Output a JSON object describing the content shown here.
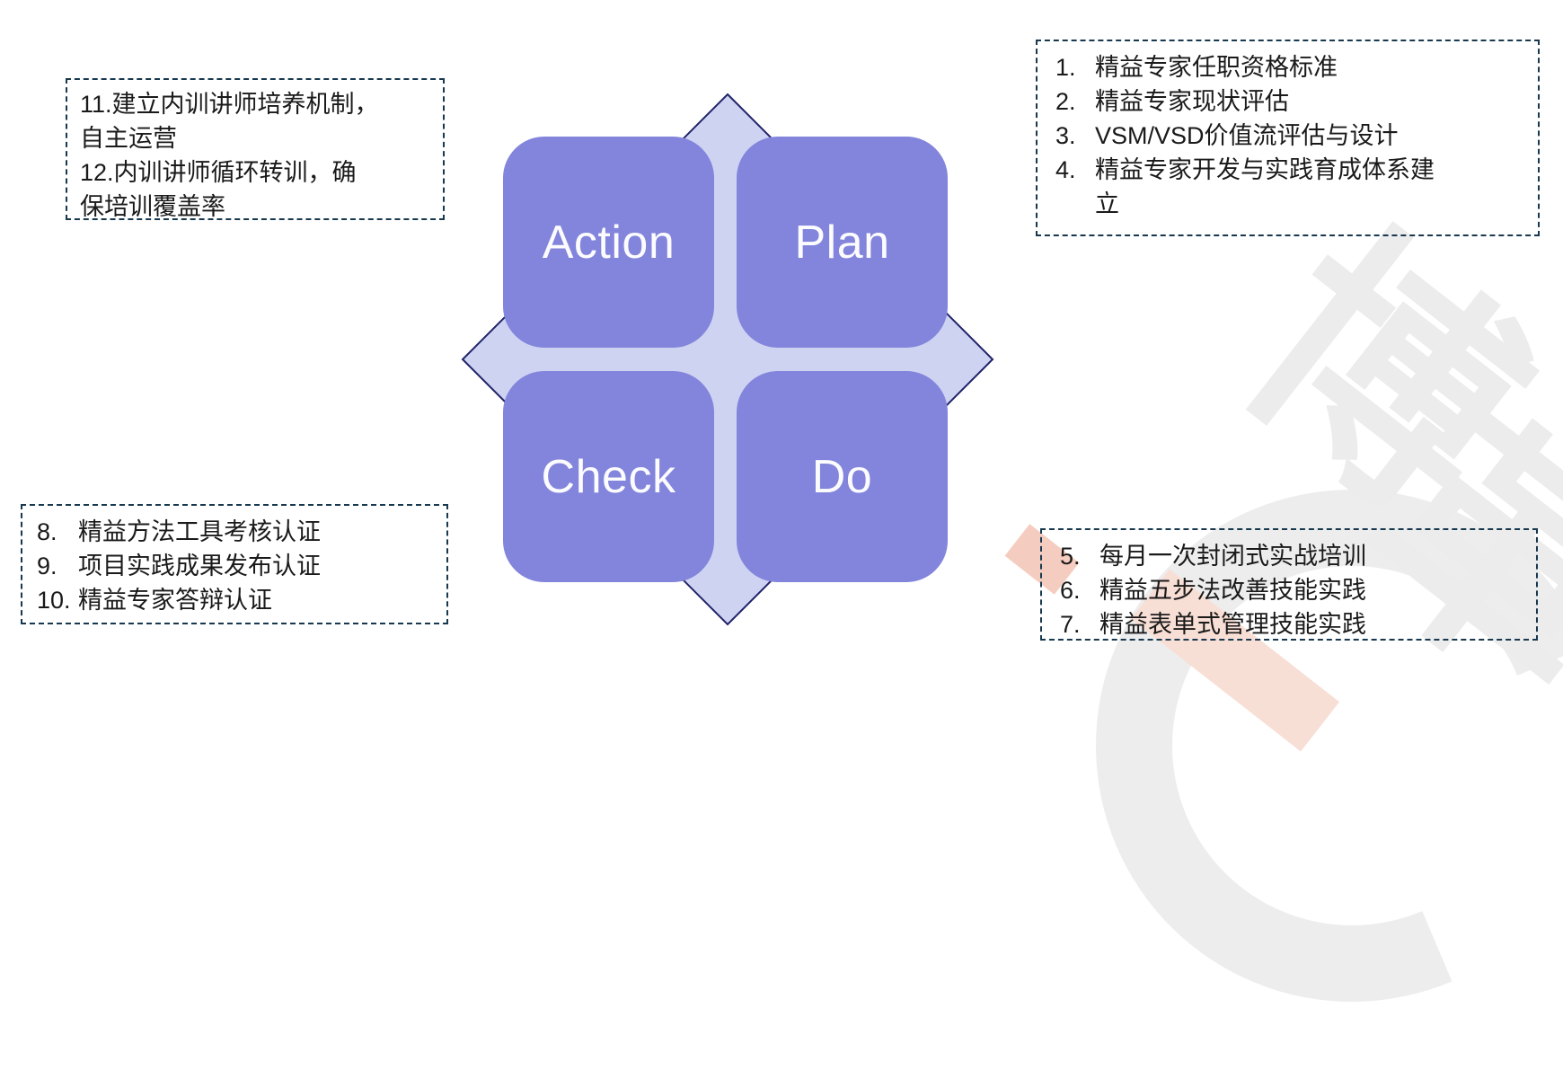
{
  "diagram": {
    "type": "pdca-cycle",
    "quadrants": [
      {
        "label": "Action"
      },
      {
        "label": "Plan"
      },
      {
        "label": "Check"
      },
      {
        "label": "Do"
      }
    ]
  },
  "notes": {
    "action_box": {
      "lines": [
        "11.建立内训讲师培养机制，",
        "自主运营",
        "12.内训讲师循环转训，确",
        "保培训覆盖率"
      ]
    },
    "plan_box": {
      "items": [
        {
          "num": "1.",
          "text": "精益专家任职资格标准"
        },
        {
          "num": "2.",
          "text": "精益专家现状评估"
        },
        {
          "num": "3.",
          "text": "VSM/VSD价值流评估与设计"
        },
        {
          "num": "4.",
          "text": "精益专家开发与实践育成体系建\n立"
        }
      ]
    },
    "do_box": {
      "items": [
        {
          "num": "5.",
          "text": "每月一次封闭式实战培训"
        },
        {
          "num": "6.",
          "text": "精益五步法改善技能实践"
        },
        {
          "num": "7.",
          "text": "精益表单式管理技能实践"
        }
      ]
    },
    "check_box": {
      "items": [
        {
          "num": "8.",
          "text": "精益方法工具考核认证"
        },
        {
          "num": "9.",
          "text": "项目实践成果发布认证"
        },
        {
          "num": "10.",
          "text": "精益专家答辩认证"
        }
      ]
    }
  },
  "watermark": {
    "char_1": "博",
    "char_2": "革"
  },
  "colors": {
    "tile_purple": "#8285DB",
    "diamond_fill": "#CFD3F2",
    "diamond_stroke": "#1F2368",
    "dashed_border": "#17384E",
    "note_text": "#1A1A1A",
    "tile_label": "#FFFFFF",
    "watermark_gray": "#ECECEC",
    "watermark_pink": "#F8DFD6"
  }
}
